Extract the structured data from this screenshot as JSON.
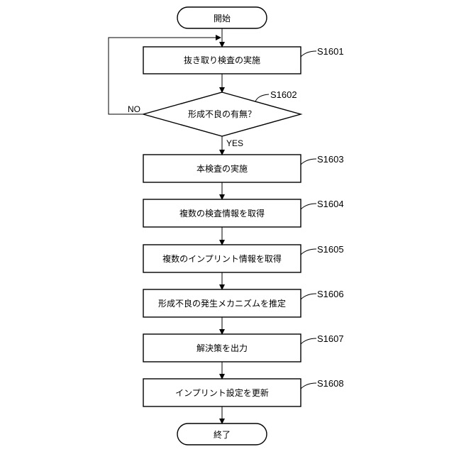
{
  "start": {
    "label": "開始"
  },
  "end": {
    "label": "終了"
  },
  "steps": [
    {
      "id": "S1601",
      "label": "抜き取り検査の実施"
    },
    {
      "id": "S1602",
      "label": "形成不良の有無？"
    },
    {
      "id": "S1603",
      "label": "本検査の実施"
    },
    {
      "id": "S1604",
      "label": "複数の検査情報を取得"
    },
    {
      "id": "S1605",
      "label": "複数のインプリント情報を取得"
    },
    {
      "id": "S1606",
      "label": "形成不良の発生メカニズムを推定"
    },
    {
      "id": "S1607",
      "label": "解決策を出力"
    },
    {
      "id": "S1608",
      "label": "インプリント設定を更新"
    }
  ],
  "branches": {
    "no": "NO",
    "yes": "YES"
  }
}
